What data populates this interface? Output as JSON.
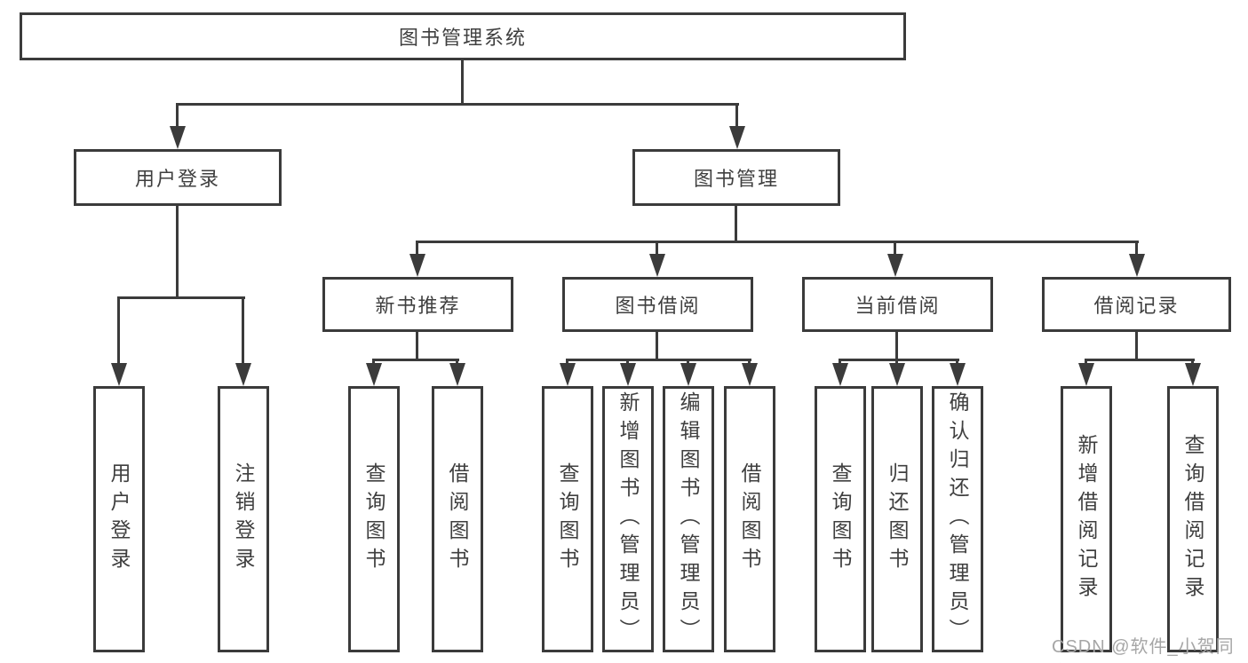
{
  "tree": {
    "root": {
      "label": "图书管理系统"
    },
    "branches": [
      {
        "label": "用户登录",
        "leaves": [
          {
            "label": "用户登录"
          },
          {
            "label": "注销登录"
          }
        ]
      },
      {
        "label": "图书管理",
        "groups": [
          {
            "label": "新书推荐",
            "leaves": [
              {
                "label": "查询图书"
              },
              {
                "label": "借阅图书"
              }
            ]
          },
          {
            "label": "图书借阅",
            "leaves": [
              {
                "label": "查询图书"
              },
              {
                "label": "新增图书（管理员）"
              },
              {
                "label": "编辑图书（管理员）"
              },
              {
                "label": "借阅图书"
              }
            ]
          },
          {
            "label": "当前借阅",
            "leaves": [
              {
                "label": "查询图书"
              },
              {
                "label": "归还图书"
              },
              {
                "label": "确认归还（管理员）"
              }
            ]
          },
          {
            "label": "借阅记录",
            "leaves": [
              {
                "label": "新增借阅记录"
              },
              {
                "label": "查询借阅记录"
              }
            ]
          }
        ]
      }
    ]
  },
  "watermark": {
    "text": "CSDN @软件_小贺同学"
  },
  "colors": {
    "line": "#3b3b3b",
    "text": "#3f3f3f",
    "watermark": "#a6a6a6",
    "background": "#ffffff"
  }
}
